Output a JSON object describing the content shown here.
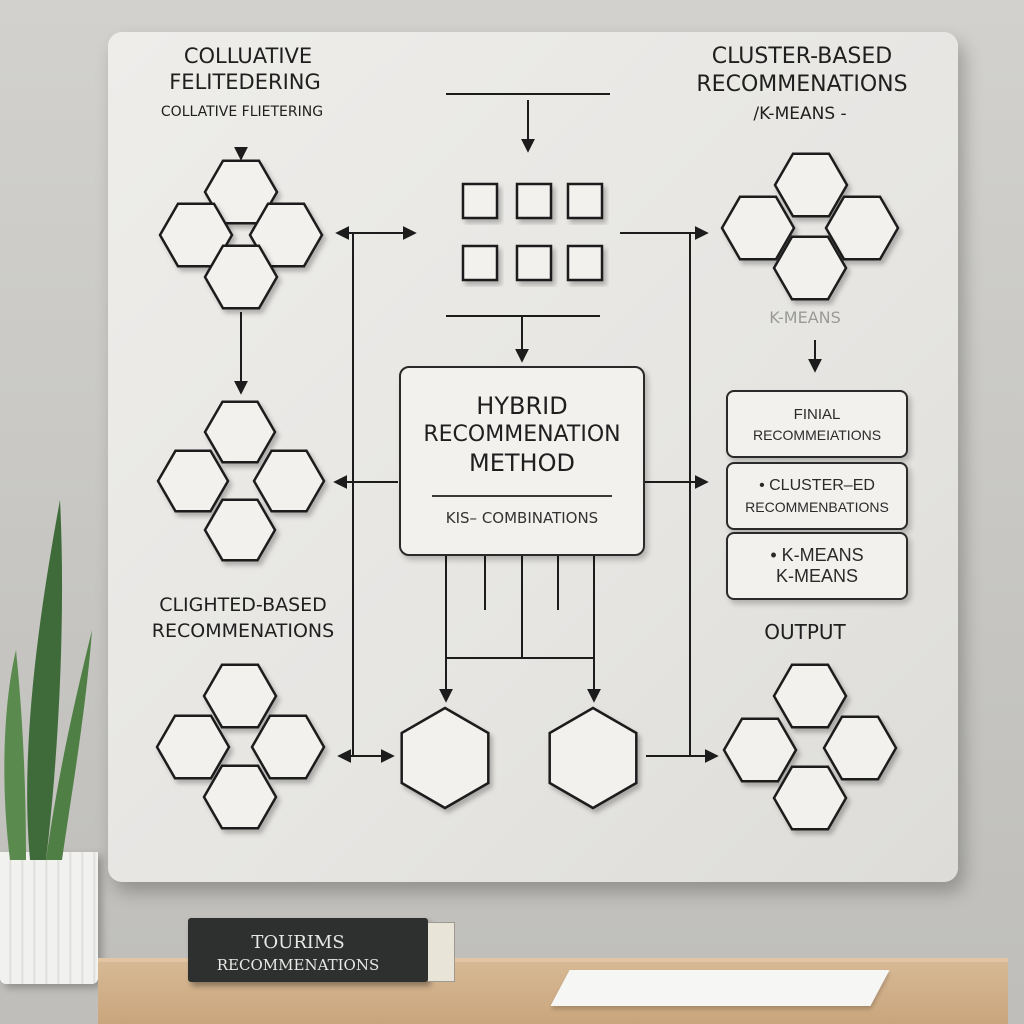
{
  "labels": {
    "cf_title_1": "COLLUATIVE",
    "cf_title_2": "FELITEDERING",
    "cf_subtitle": "COLLATIVE FLIETERING",
    "cluster_title_1": "CLUSTER-BASED",
    "cluster_title_2": "RECOMMENATIONS",
    "cluster_subtitle": "/K-MEANS -",
    "kmeans_faint": "K-MEANS",
    "clighted_1": "CLIGHTED-BASED",
    "clighted_2": "RECOMMENATIONS",
    "output": "OUTPUT"
  },
  "center_box": {
    "line1": "HYBRID",
    "line2": "RECOMMENATION",
    "line3": "METHOD",
    "footer": "KIS– COMBINATIONS"
  },
  "right_boxes": [
    {
      "line1": "FINIAL",
      "line2": "RECOMMEIATIONS"
    },
    {
      "line1": "• CLUSTER–ED",
      "line2": "RECOMMENBATIONS"
    },
    {
      "line1": "• K-MEANS",
      "line2": "K-MEANS"
    }
  ],
  "book": {
    "line1": "TOURIMS",
    "line2": "RECOMMENATIONS"
  },
  "colors": {
    "board": "#e9e8e5",
    "stroke": "#1c1c1c",
    "shape_fill": "#f2f1ee"
  }
}
